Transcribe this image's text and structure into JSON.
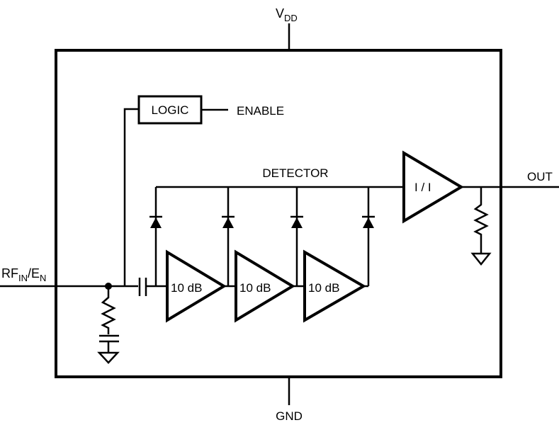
{
  "diagram": {
    "type": "block-diagram",
    "pins": {
      "vdd": {
        "main": "V",
        "sub": "DD"
      },
      "gnd": "GND",
      "rf_in": {
        "rf": "RF",
        "rf_sub": "IN",
        "slash": "/",
        "en": "E",
        "en_sub": "N"
      },
      "out": "OUT",
      "enable": "ENABLE"
    },
    "blocks": {
      "logic": "LOGIC",
      "detector": "DETECTOR",
      "output_amp": "I / I",
      "gain_stages": [
        {
          "label": "10 dB"
        },
        {
          "label": "10 dB"
        },
        {
          "label": "10 dB"
        }
      ]
    },
    "detector_diodes": 4
  }
}
